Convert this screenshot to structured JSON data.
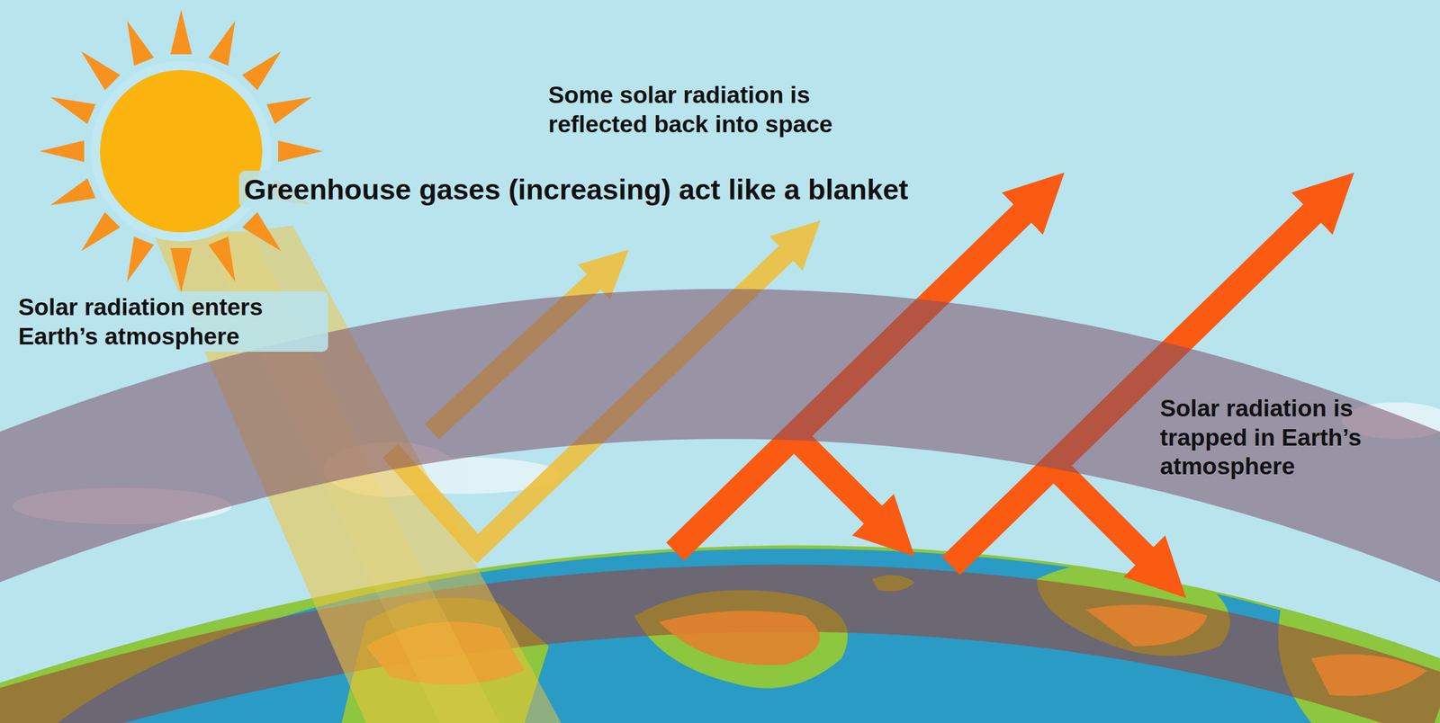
{
  "diagram": {
    "title": "Greenhouse gases (increasing) act like a blanket",
    "labels": [
      "Some solar radiation is reflected back into space",
      "Solar radiation enters Earth’s atmosphere",
      "Solar radiation is trapped in Earth’s atmosphere"
    ]
  }
}
